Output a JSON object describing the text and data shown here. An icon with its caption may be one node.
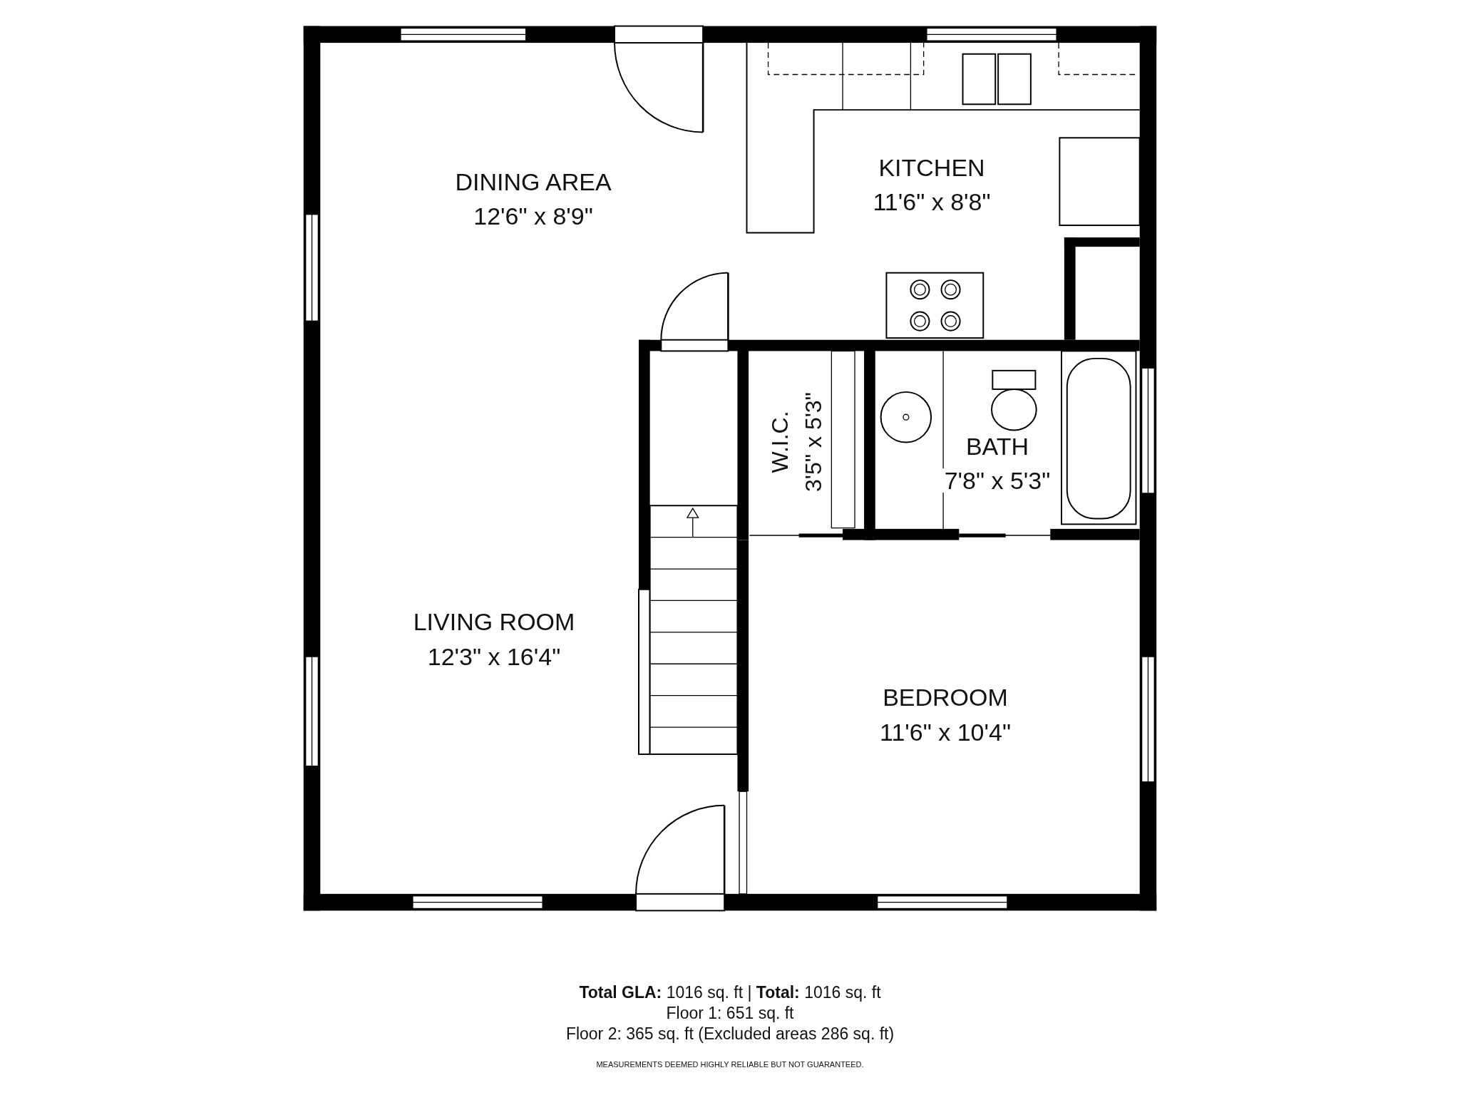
{
  "diagram": {
    "labels": [
      "DINING AREA",
      "12'6\" x 8'9\"",
      "KITCHEN",
      "11'6\" x 8'8\"",
      "W.I.C.",
      "3'5\" x 5'3\"",
      "BATH",
      "7'8\" x 5'3\"",
      "LIVING ROOM",
      "12'3\" x 16'4\"",
      "BEDROOM",
      "11'6\" x 10'4\"",
      "**Total GLA:** 1016 sq. ft | **Total:** 1016 sq. ft",
      "Floor 1: 651 sq. ft",
      "Floor 2: 365 sq. ft (Excluded areas 286 sq. ft)",
      "MEASUREMENTS DEEMED HIGHLY RELIABLE BUT NOT GUARANTEED."
    ]
  }
}
